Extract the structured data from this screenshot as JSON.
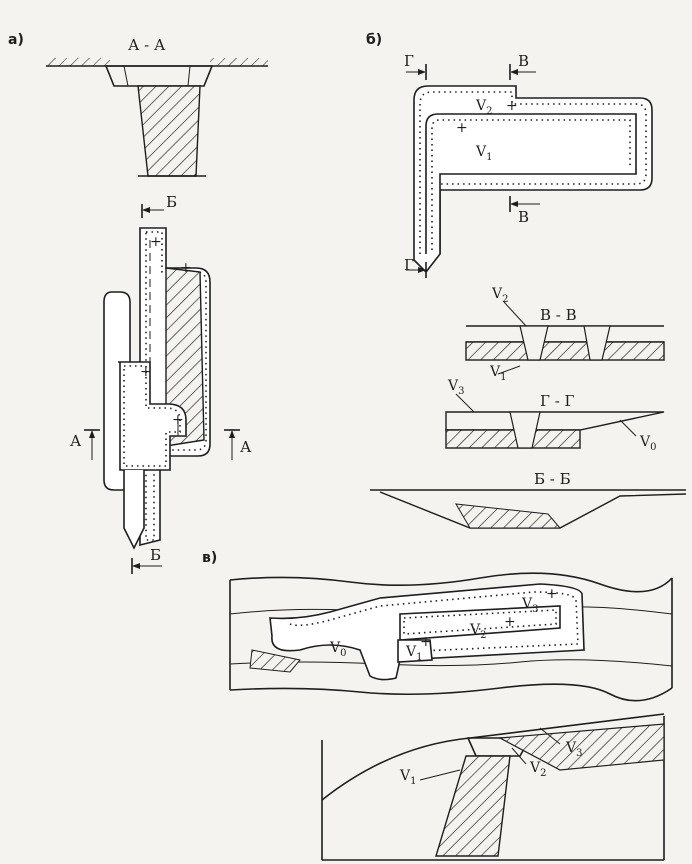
{
  "panels": {
    "a": "а)",
    "b": "б)",
    "v": "в)"
  },
  "sections": {
    "aa": "А - А",
    "vv": "В - В",
    "gg": "Г - Г",
    "bb": "Б - Б"
  },
  "markers": {
    "A": "А",
    "B": "Б",
    "V": "В",
    "G": "Г"
  },
  "volumes": {
    "v0": "V",
    "v1": "V",
    "v2": "V",
    "v3": "V",
    "s0": "0",
    "s1": "1",
    "s2": "2",
    "s3": "3"
  },
  "plus": "+"
}
